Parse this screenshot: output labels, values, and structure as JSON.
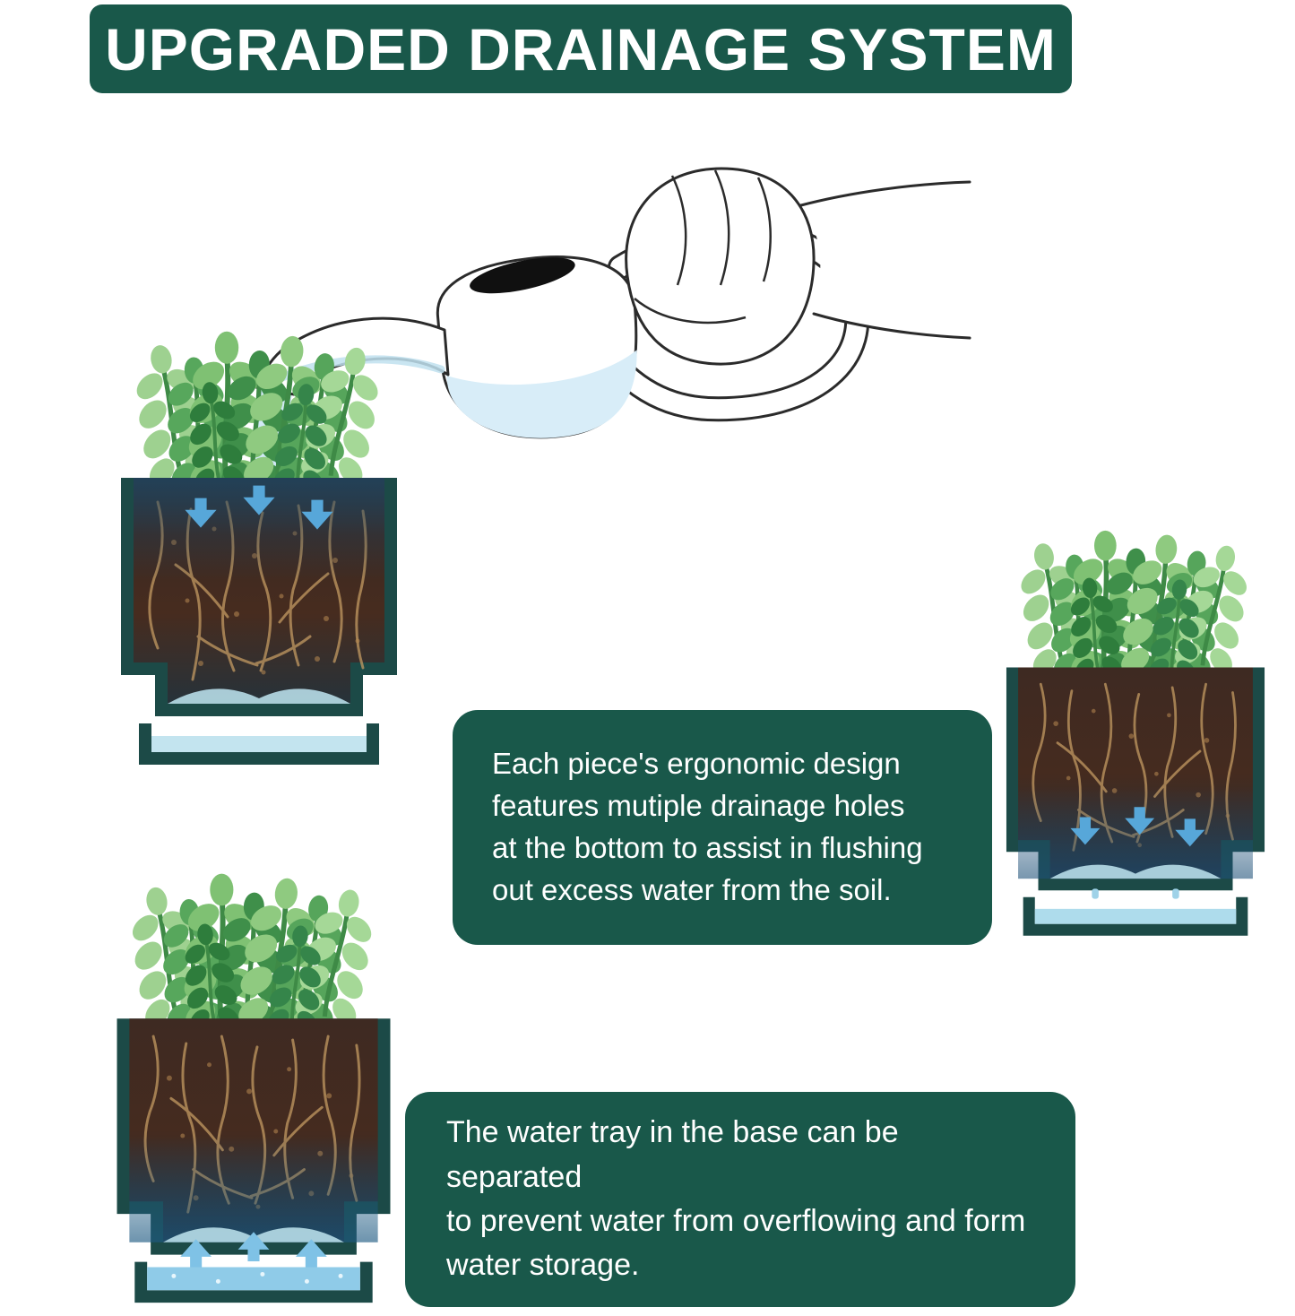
{
  "theme": {
    "accent_green": "#19584a",
    "background": "#ffffff",
    "text_on_accent": "#ffffff",
    "water_blue": "#bfe3ee",
    "arrow_blue": "#57a7d9",
    "soil_brown": "#462b1e",
    "pot_teal": "#1c4a47"
  },
  "header": {
    "title": "UPGRADED DRAINAGE SYSTEM"
  },
  "callouts": {
    "drainage_holes": {
      "text": "Each piece's ergonomic design\nfeatures mutiple drainage holes\nat the bottom to assist in flushing\nout excess water from the soil."
    },
    "water_tray": {
      "text": "The water tray in the base can be separated\nto prevent water from overflowing and form\nwater storage."
    }
  },
  "illustrations": {
    "watering": "hand-pouring-watering-can",
    "pot_top_left": "planter-cross-section-water-soaking-down",
    "pot_right": "planter-cross-section-bottom-drainage",
    "pot_bottom_left": "planter-cross-section-water-storage-tray"
  }
}
